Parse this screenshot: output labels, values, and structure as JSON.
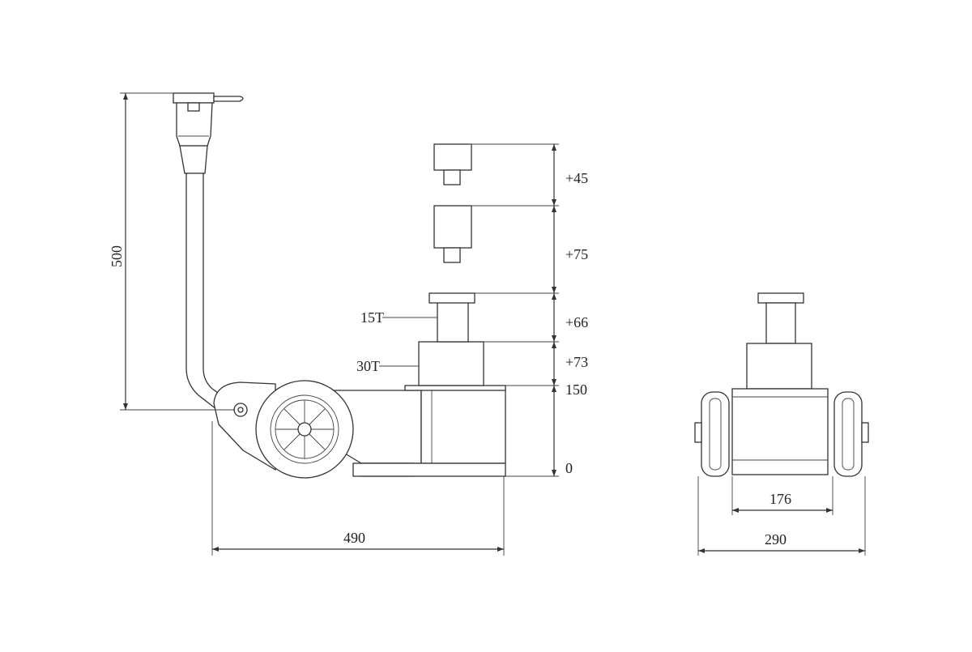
{
  "dimensions": {
    "handle_height": "500",
    "base_length": "490",
    "inner_width": "176",
    "outer_width": "290"
  },
  "height_steps": {
    "level_0": "0",
    "level_150": "150",
    "step_73": "+73",
    "step_66": "+66",
    "step_75": "+75",
    "step_45": "+45"
  },
  "callouts": {
    "stage_15t": "15T",
    "stage_30t": "30T"
  },
  "colors": {
    "line": "#333333",
    "background": "#ffffff"
  }
}
